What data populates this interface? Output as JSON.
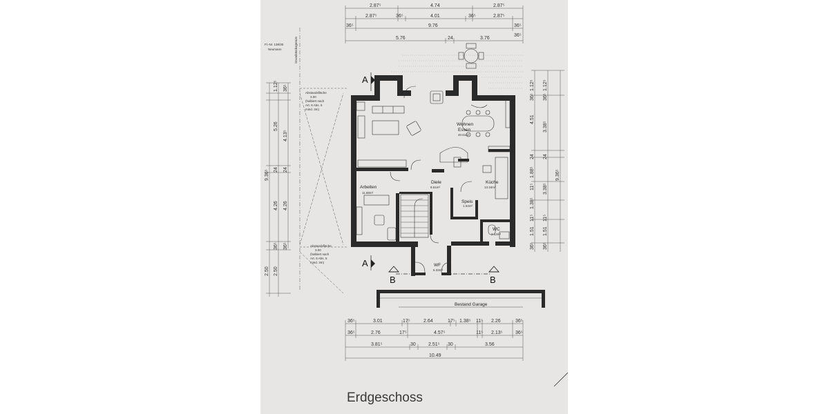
{
  "title": "Erdgeschoss",
  "parcel": {
    "number": "Fl.-Nr. 138/30",
    "owner": "Neumann",
    "boundary": "Grundstücksgrenze"
  },
  "distance_notes": [
    {
      "title": "Abstandsfläche",
      "value": "3.00",
      "l1": "(halbiert nach",
      "l2": "Art. 6 Abs. 5",
      "l3": "mind. 3m)"
    },
    {
      "title": "Abstandsfläche",
      "value": "3.00",
      "l1": "(halbiert nach",
      "l2": "Art. 6 Abs. 5",
      "l3": "mind. 3m)"
    }
  ],
  "rooms": {
    "wohnen": {
      "name1": "Wohnen",
      "name2": "Essen",
      "area": "40.61m²"
    },
    "arbeiten": {
      "name": "Arbeiten",
      "area": "11.68m²"
    },
    "diele": {
      "name": "Diele",
      "area": "8.61m²"
    },
    "kueche": {
      "name": "Küche",
      "area": "13.34m²"
    },
    "speis": {
      "name": "Speis",
      "area": "1.54m²"
    },
    "wc": {
      "name": "WC",
      "area": "2.13m²"
    },
    "wf": {
      "name": "WF",
      "area": "6.33m²"
    },
    "garage": {
      "name": "Bestand Garage"
    }
  },
  "section_markers": {
    "a": "A",
    "b": "B"
  },
  "dims_top": {
    "row1": [
      "2.87⁵",
      "4.74",
      "2.87⁵"
    ],
    "row2": [
      "2.87⁵",
      "36⁵",
      "4.01",
      "36⁵",
      "2.87⁵"
    ],
    "row3": [
      "36⁵",
      "9.76",
      "36⁵"
    ],
    "row4": [
      "5.76",
      "24",
      "3.76",
      "36⁵"
    ]
  },
  "dims_bottom": {
    "row1": [
      "36⁵",
      "3.01",
      "17⁵",
      "2.64",
      "17⁵",
      "1.38⁵",
      "11⁵",
      "2.26",
      "36⁵"
    ],
    "row2": [
      "36⁵",
      "2.76",
      "17⁵",
      "4.57⁵",
      "11⁵",
      "2.13⁵",
      "36⁵"
    ],
    "row3": [
      "3.81⁵",
      "30",
      "2.51⁵",
      "30",
      "3.56"
    ],
    "row4": [
      "10.49"
    ]
  },
  "dims_left": {
    "outer": [
      "9.36⁵",
      "2.50"
    ],
    "mid": [
      "1.12⁵",
      "5.26",
      "24",
      "4.26",
      "36⁵",
      "2.50"
    ],
    "inner": [
      "36⁵",
      "4.13⁵",
      "24",
      "4.26",
      "36⁵"
    ]
  },
  "dims_right": {
    "inner": [
      "1.12⁵",
      "36⁵",
      "4.51",
      "24",
      "1.88⁵",
      "11⁵",
      "1.38⁵",
      "11⁵",
      "1.51",
      "36⁵"
    ],
    "mid": [
      "36⁵",
      "1.12⁵",
      "3.38⁵",
      "24",
      "3.38⁵",
      "11⁵",
      "1.51",
      "36⁵"
    ],
    "outer": [
      "9.36⁵"
    ]
  }
}
